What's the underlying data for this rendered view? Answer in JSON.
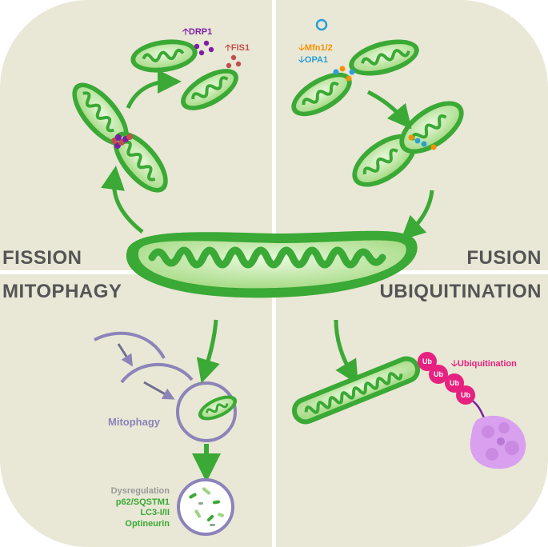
{
  "sections": {
    "fission": "FISSION",
    "fusion": "FUSION",
    "mitophagy": "MITOPHAGY",
    "ubiquitination": "UBIQUITINATION"
  },
  "fission_markers": {
    "drp1": "DRP1",
    "fis1": "FIS1",
    "drp1_color": "#7b1fa2",
    "fis1_color": "#c0504d"
  },
  "fusion_markers": {
    "mfn": "Mfn1/2",
    "opa1": "OPA1",
    "mfn_color": "#f39200",
    "opa1_color": "#2b9fd6"
  },
  "mitophagy_labels": {
    "title": "Mitophagy",
    "dysregulation": "Dysregulation",
    "p62": "p62/SQSTM1",
    "lc3": "LC3-I/II",
    "optineurin": "Optineurin"
  },
  "ubiquitination_labels": {
    "ub": "Ub",
    "ubiquitination": "Ubiquitination"
  },
  "colors": {
    "background": "#e9e7d6",
    "mito_green": "#3aa935",
    "mito_fill": "#bfe8a5",
    "arrow": "#3aa935",
    "ub_pink": "#e6217f",
    "proteasome": "#d9a0ef",
    "phagophore": "#8c84b8"
  }
}
